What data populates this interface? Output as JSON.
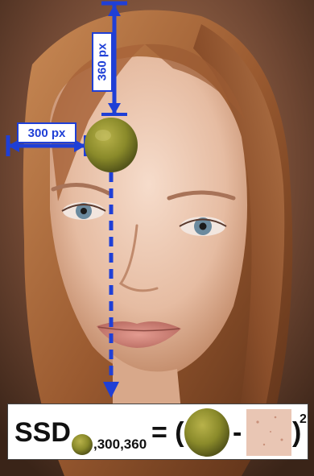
{
  "annotations": {
    "horizontal_distance": "300 px",
    "vertical_distance": "360 px"
  },
  "formula": {
    "lhs": "SSD",
    "subscript": ",300,360",
    "equals_open": "= (",
    "minus": "-",
    "close": ")",
    "exponent": "2"
  },
  "colors": {
    "annotation_blue": "#1f3fd6",
    "fruit_green": "#8a8a2a",
    "skin_patch": "#e9c6b4"
  }
}
